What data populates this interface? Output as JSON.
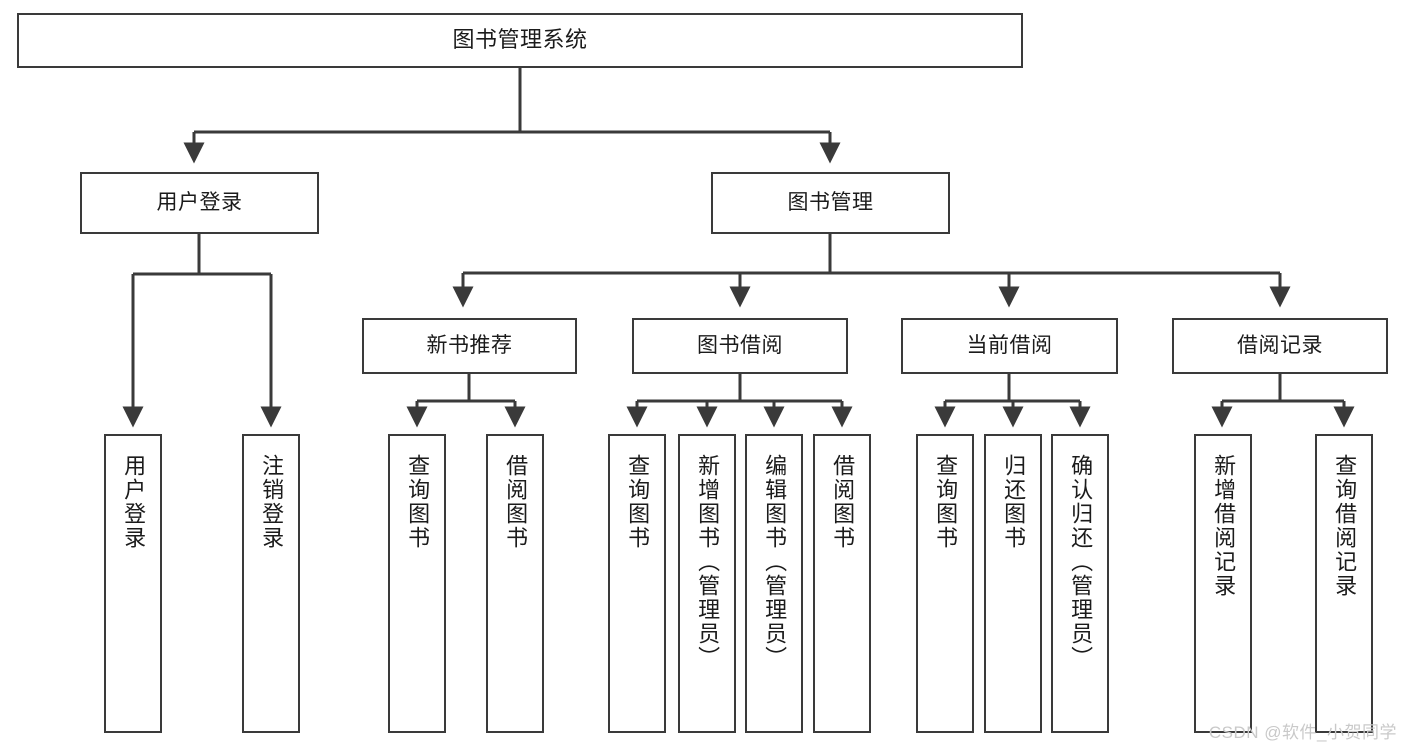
{
  "diagram": {
    "type": "tree-hierarchy-chart",
    "title": "图书管理系统",
    "line_color": "#3a3a3a",
    "box_fill": "#ffffff",
    "text_color": "#1b1b1b"
  },
  "nodes": {
    "root": {
      "label": "图书管理系统"
    },
    "level2": [
      {
        "id": "user-login",
        "label": "用户登录"
      },
      {
        "id": "book-management",
        "label": "图书管理"
      }
    ],
    "level3": [
      {
        "id": "new-book-recommend",
        "label": "新书推荐"
      },
      {
        "id": "book-borrow",
        "label": "图书借阅"
      },
      {
        "id": "current-borrow",
        "label": "当前借阅"
      },
      {
        "id": "borrow-record",
        "label": "借阅记录"
      }
    ],
    "leaves": {
      "user_login": [
        {
          "id": "leaf-user-login",
          "label": "用户登录"
        },
        {
          "id": "leaf-logout-login",
          "label": "注销登录"
        }
      ],
      "new_book_recommend": [
        {
          "id": "leaf-query-book-1",
          "label": "查询图书"
        },
        {
          "id": "leaf-borrow-book-1",
          "label": "借阅图书"
        }
      ],
      "book_borrow": [
        {
          "id": "leaf-query-book-2",
          "label": "查询图书"
        },
        {
          "id": "leaf-add-book",
          "label": "新增图书（管理员）"
        },
        {
          "id": "leaf-edit-book",
          "label": "编辑图书（管理员）"
        },
        {
          "id": "leaf-borrow-book-2",
          "label": "借阅图书"
        }
      ],
      "current_borrow": [
        {
          "id": "leaf-query-book-3",
          "label": "查询图书"
        },
        {
          "id": "leaf-return-book",
          "label": "归还图书"
        },
        {
          "id": "leaf-confirm-return",
          "label": "确认归还（管理员）"
        }
      ],
      "borrow_record": [
        {
          "id": "leaf-add-record",
          "label": "新增借阅记录"
        },
        {
          "id": "leaf-query-record",
          "label": "查询借阅记录"
        }
      ]
    }
  },
  "watermark": {
    "text": "CSDN @软件_小贺同学"
  }
}
